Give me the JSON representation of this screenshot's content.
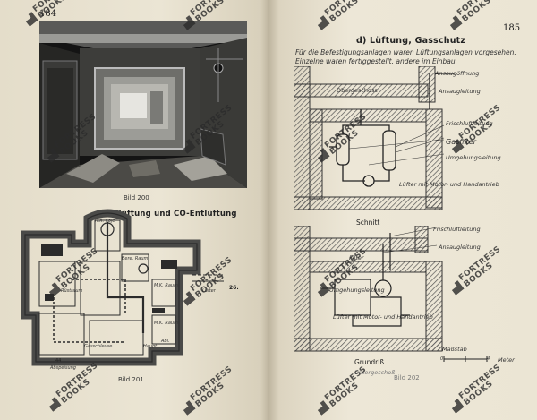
{
  "left_page": {
    "page_number": "184",
    "figure_200_caption": "Bild 200",
    "section_heading": "Belüftung und CO-Entlüftung",
    "figure_201_caption": "Bild 201",
    "plan_labels": {
      "hk_koje_top": "H.K. Koje",
      "bereit_raum": "Bere. Raum",
      "m_k_raum": "M.K. Raum",
      "ruesttraum": "Rüstraum",
      "m_k_raum_2": "M.K. Raum",
      "luefter": "Lüfter",
      "nummer": "26.",
      "gasschleuse": "Gasschleuse",
      "abspeiseraum": "Abspeisung",
      "ablauf": "Abl.",
      "haupt": "Haupt",
      "ab": "44"
    }
  },
  "right_page": {
    "page_number": "185",
    "section_heading": "d) Lüftung, Gasschutz",
    "intro_text": "Für die Befestigungsanlagen waren Lüftungsanlagen vorgesehen. Einzelne waren fertiggestellt, andere im Einbau.",
    "upper_diagram": {
      "obergeschoss": "Obergeschoss",
      "ansaugoeffnung": "Ansaugöffnung",
      "ansaugleitung": "Ansaugleitung",
      "frischluftleitung": "Frischluftleitung",
      "gasfilter": "Gasfilter",
      "umgehungsleitung": "Umgehungsleitung",
      "luefter": "Lüfter mit Motor- und Handantrieb",
      "schnitt": "Schnitt"
    },
    "lower_diagram": {
      "frischluftleitung": "Frischluftleitung",
      "ansaugleitung": "Ansaugleitung",
      "filter": "Filter",
      "umgehungsleitung": "Umgehungsleitung",
      "luefter": "Lüfter mit Motor- und Handantrieb",
      "grundriss": "Grundriß",
      "untergeschoss": "Untergeschoß",
      "massstab": "Maßstab",
      "meter": "Meter",
      "scale_zero": "0",
      "scale_max": "4"
    },
    "figure_202_caption": "Bild 202"
  },
  "watermark": {
    "line1": "FORTRESS",
    "line2": "BOOKS"
  },
  "colors": {
    "paper": "#ece6d6",
    "ink": "#2b2b2b",
    "gutter": "#2a2622"
  }
}
